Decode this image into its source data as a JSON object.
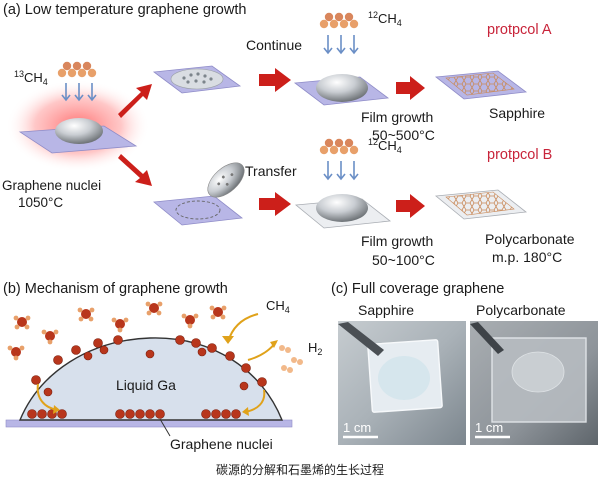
{
  "panel_a": {
    "title": "(a) Low temperature graphene growth",
    "ch4_13": "13CH4",
    "nuclei_label": "Graphene nuclei",
    "nuclei_temp": "1050°C",
    "continue_label": "Continue",
    "transfer_label": "Transfer",
    "ch4_12_top": "12CH4",
    "ch4_12_bottom": "12CH4",
    "protocol_a": "protpcol A",
    "protocol_b": "protpcol B",
    "film_growth_a": "Film growth",
    "temp_a": "50~500°C",
    "film_growth_b": "Film growth",
    "temp_b": "50~100°C",
    "substrate_a": "Sapphire",
    "substrate_b": "Polycarbonate",
    "mp_b": "m.p. 180°C"
  },
  "panel_b": {
    "title": "(b) Mechanism of graphene growth",
    "ch4": "CH4",
    "h2": "H2",
    "liquid": "Liquid Ga",
    "nuclei": "Graphene nuclei"
  },
  "panel_c": {
    "title": "(c) Full coverage graphene",
    "left_label": "Sapphire",
    "right_label": "Polycarbonate",
    "scale_left": "1 cm",
    "scale_right": "1 cm"
  },
  "caption": "碳源的分解和石墨烯的生长过程",
  "colors": {
    "substrate": "#b8b6e6",
    "arrow": "#cc1f1a",
    "protocol": "#c8243a",
    "carbon": "#b8361c",
    "hydrogen": "#e8a06a",
    "yellow_arrow": "#e0a21a"
  }
}
